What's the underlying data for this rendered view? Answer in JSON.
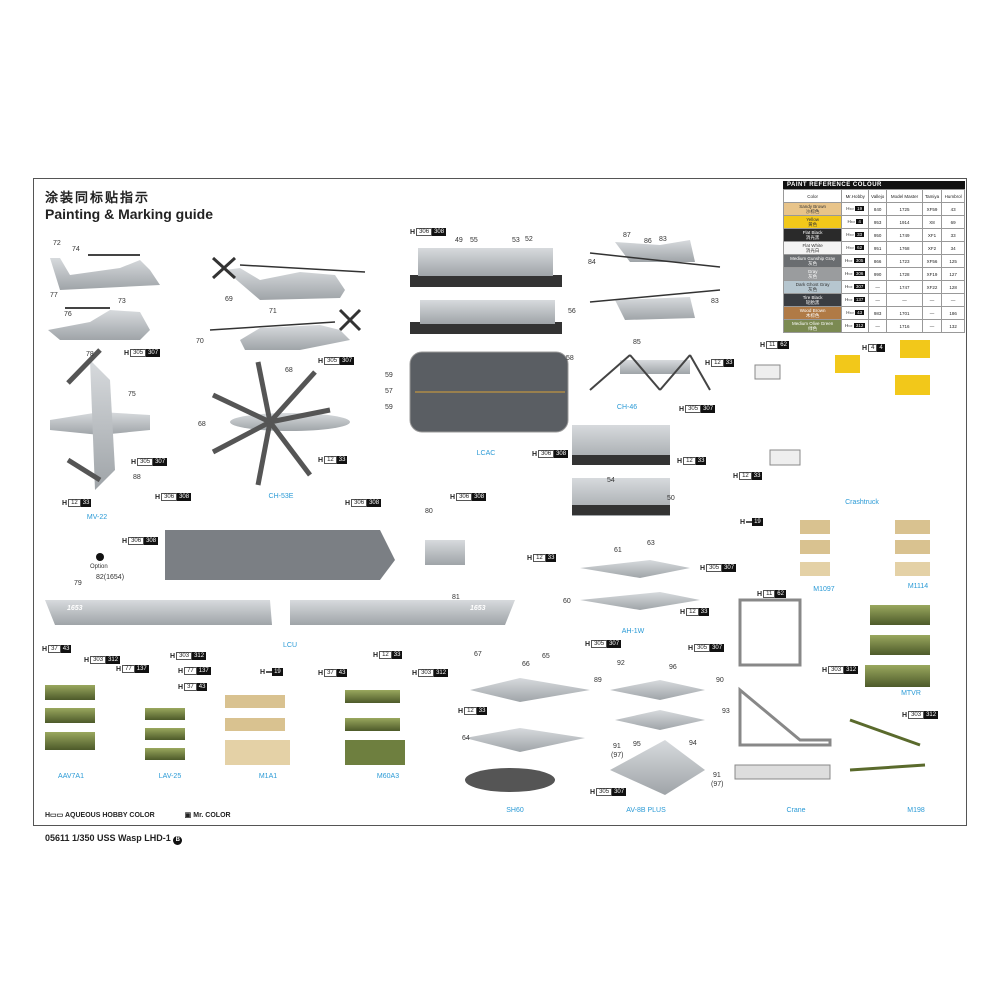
{
  "header": {
    "title_cn": "涂装同标贴指示",
    "title_en": "Painting & Marking guide"
  },
  "paint_table": {
    "title": "PAINT REFERENCE COLOUR",
    "columns": [
      "Color",
      "Mr.Hobby",
      "Vallejo",
      "Model Master",
      "Tamiya",
      "Humbrol"
    ],
    "rows": [
      {
        "name": "Sandy Brown",
        "cn": "沙棕色",
        "swatch": "#e8c48a",
        "hobby": "19",
        "vallejo": "840",
        "model_master": "1725",
        "tamiya": "XF59",
        "humbrol": "43"
      },
      {
        "name": "Yellow",
        "cn": "黄色",
        "swatch": "#f2c81a",
        "hobby": "4",
        "vallejo": "953",
        "model_master": "1914",
        "tamiya": "X8",
        "humbrol": "69"
      },
      {
        "name": "Flat Black",
        "cn": "消光黑",
        "swatch": "#2a2a2a",
        "hobby": "33",
        "vallejo": "950",
        "model_master": "1749",
        "tamiya": "XF1",
        "humbrol": "33"
      },
      {
        "name": "Flat White",
        "cn": "消光白",
        "swatch": "#f4f4f4",
        "hobby": "62",
        "vallejo": "951",
        "model_master": "1768",
        "tamiya": "XF2",
        "humbrol": "34"
      },
      {
        "name": "Medium Gunship Gray",
        "cn": "灰色",
        "swatch": "#6a6d70",
        "hobby": "305",
        "vallejo": "866",
        "model_master": "1723",
        "tamiya": "XF56",
        "humbrol": "125"
      },
      {
        "name": "Gray",
        "cn": "灰色",
        "swatch": "#9a9c9e",
        "hobby": "306",
        "vallejo": "990",
        "model_master": "1728",
        "tamiya": "XF19",
        "humbrol": "127"
      },
      {
        "name": "Dark Ghost Gray",
        "cn": "灰色",
        "swatch": "#b6c6cf",
        "hobby": "307",
        "vallejo": "—",
        "model_master": "1747",
        "tamiya": "XF22",
        "humbrol": "128"
      },
      {
        "name": "Tire Black",
        "cn": "轮胎黑",
        "swatch": "#3a3d42",
        "hobby": "137",
        "vallejo": "—",
        "model_master": "—",
        "tamiya": "—",
        "humbrol": "—"
      },
      {
        "name": "Wood Brown",
        "cn": "木棕色",
        "swatch": "#b07a45",
        "hobby": "43",
        "vallejo": "983",
        "model_master": "1701",
        "tamiya": "—",
        "humbrol": "186"
      },
      {
        "name": "Medium Olive Green",
        "cn": "绿色",
        "swatch": "#7b8a52",
        "hobby": "312",
        "vallejo": "—",
        "model_master": "1716",
        "tamiya": "—",
        "humbrol": "132"
      }
    ]
  },
  "labels": {
    "mv22": "MV-22",
    "ch53e": "CH-53E",
    "lcac": "LCAC",
    "ch46": "CH-46",
    "crashtruck": "Crashtruck",
    "m1097": "M1097",
    "m1114": "M1114",
    "lcu": "LCU",
    "ah1w": "AH-1W",
    "aav7a1": "AAV7A1",
    "lav25": "LAV-25",
    "m1a1": "M1A1",
    "m60a3": "M60A3",
    "sh60": "SH60",
    "av8b": "AV-8B PLUS",
    "crane": "Crane",
    "mtvr": "MTVR",
    "m198": "M198",
    "option": "Option"
  },
  "callouts": [
    "72",
    "74",
    "77",
    "76",
    "73",
    "78",
    "75",
    "88",
    "69",
    "71",
    "70",
    "68",
    "68",
    "49",
    "55",
    "53",
    "52",
    "56",
    "58",
    "59",
    "57",
    "59",
    "87",
    "86",
    "83",
    "84",
    "83",
    "85",
    "54",
    "50",
    "80",
    "81",
    "79",
    "82(1654)",
    "61",
    "63",
    "60",
    "67",
    "66",
    "65",
    "64",
    "92",
    "96",
    "89",
    "90",
    "93",
    "91",
    "(97)",
    "95",
    "94",
    "91",
    "(97)"
  ],
  "hull_numbers": [
    "1653",
    "1653"
  ],
  "badges": [
    {
      "h": "305",
      "c": "307"
    },
    {
      "h": "305",
      "c": "307"
    },
    {
      "h": "12",
      "c": "33"
    },
    {
      "h": "305",
      "c": "307"
    },
    {
      "h": "12",
      "c": "33"
    },
    {
      "h": "306",
      "c": "308"
    },
    {
      "h": "306",
      "c": "308"
    },
    {
      "h": "12",
      "c": "33"
    },
    {
      "h": "305",
      "c": "307"
    },
    {
      "h": "12",
      "c": "33"
    },
    {
      "h": "306",
      "c": "308"
    },
    {
      "h": "306",
      "c": "308"
    },
    {
      "h": "306",
      "c": "308"
    },
    {
      "h": "306",
      "c": "308"
    },
    {
      "h": "12",
      "c": "33"
    },
    {
      "h": "305",
      "c": "307"
    },
    {
      "h": "305",
      "c": "307"
    },
    {
      "h": "12",
      "c": "33"
    },
    {
      "h": "11",
      "c": "62"
    },
    {
      "h": "4",
      "c": "4"
    },
    {
      "h": "12",
      "c": "33"
    },
    {
      "h": "12",
      "c": "33"
    },
    {
      "h": "",
      "c": "19"
    },
    {
      "h": "11",
      "c": "62"
    },
    {
      "h": "303",
      "c": "312"
    },
    {
      "h": "303",
      "c": "312"
    },
    {
      "h": "305",
      "c": "307"
    },
    {
      "h": "12",
      "c": "33"
    },
    {
      "h": "305",
      "c": "307"
    },
    {
      "h": "37",
      "c": "43"
    },
    {
      "h": "303",
      "c": "312"
    },
    {
      "h": "77",
      "c": "137"
    },
    {
      "h": "303",
      "c": "312"
    },
    {
      "h": "77",
      "c": "137"
    },
    {
      "h": "37",
      "c": "43"
    },
    {
      "h": "",
      "c": "19"
    },
    {
      "h": "37",
      "c": "43"
    },
    {
      "h": "303",
      "c": "312"
    },
    {
      "h": "12",
      "c": "33"
    }
  ],
  "footer": {
    "legend_hobby": "AQUEOUS HOBBY COLOR",
    "legend_mr": "Mr. COLOR",
    "product": "05611 1/350 USS Wasp LHD-1"
  }
}
